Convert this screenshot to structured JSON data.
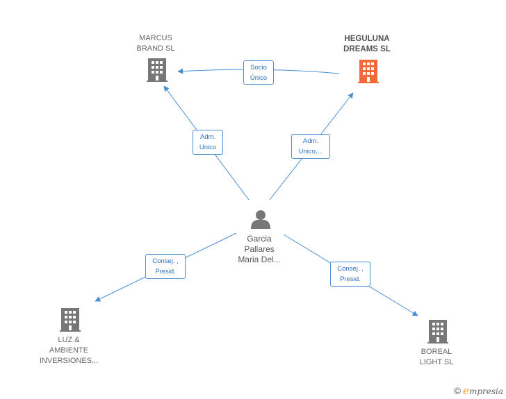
{
  "nodes": {
    "marcus": {
      "label": "MARCUS\nBRAND  SL",
      "icon": "building-icon",
      "color": "#777777"
    },
    "heguluna": {
      "label": "HEGULUNA\nDREAMS  SL",
      "icon": "building-icon",
      "color": "#f26a3c"
    },
    "person": {
      "label": "Garcia\nPallares\nMaria Del...",
      "icon": "person-icon",
      "color": "#777777"
    },
    "luz": {
      "label": "LUZ &\nAMBIENTE\nINVERSIONES...",
      "icon": "building-icon",
      "color": "#777777"
    },
    "boreal": {
      "label": "BOREAL\nLIGHT  SL",
      "icon": "building-icon",
      "color": "#777777"
    }
  },
  "relations": {
    "socio_unico": "Socio\nÚnico",
    "adm_unico_marcus": "Adm.\nUnico",
    "adm_unico_heguluna": "Adm.\nUnico,...",
    "consej_luz": "Consej. ,\nPresid.",
    "consej_boreal": "Consej. ,\nPresid."
  },
  "colors": {
    "edge": "#4a8fd6"
  },
  "footer": {
    "copyright": "©",
    "brand_initial": "e",
    "brand_rest": "mpresia"
  }
}
